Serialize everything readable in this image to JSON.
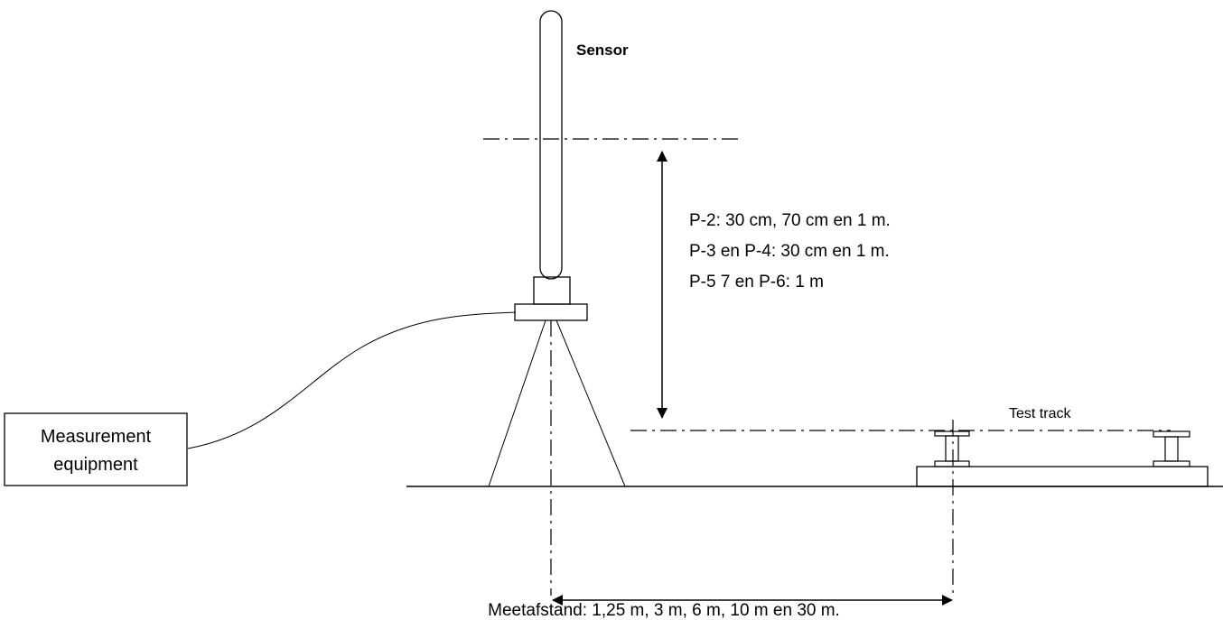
{
  "labels": {
    "sensor": "Sensor",
    "measurement_line1": "Measurement",
    "measurement_line2": "equipment",
    "test_track": "Test track",
    "height_p2": "P-2: 30 cm, 70 cm en 1 m.",
    "height_p3_p4": "P-3 en P-4: 30 cm en 1 m.",
    "height_p5_p6": "P-5 7 en P-6: 1 m",
    "distance": "Meetafstand: 1,25 m, 3 m, 6 m, 10 m en 30 m."
  },
  "colors": {
    "stroke": "#000000",
    "background": "#ffffff"
  }
}
